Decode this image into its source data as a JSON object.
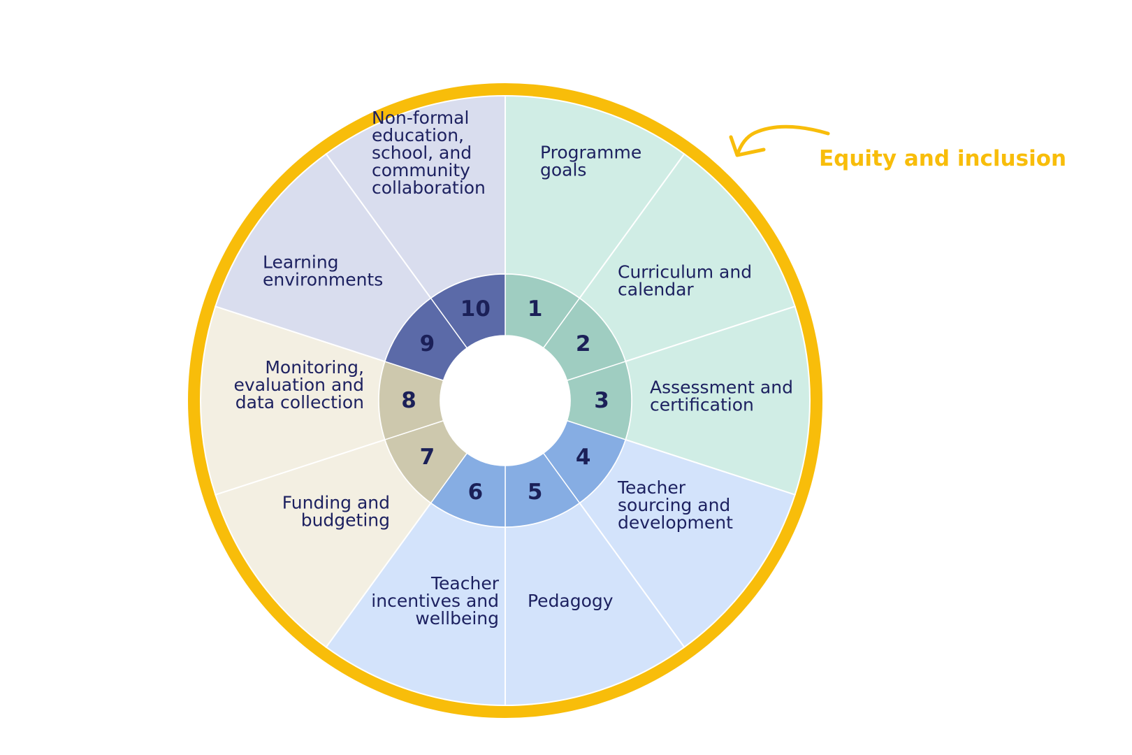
{
  "diagram": {
    "outer_label": "Equity and inclusion",
    "colors": {
      "ring": "#f8bd0a",
      "label_text": "#1d2160",
      "number_text": "#1b2058",
      "divider": "#ffffff",
      "hub": "#ffffff"
    },
    "segments": [
      {
        "number": "1",
        "lines": [
          "Programme",
          "goals"
        ],
        "outer_color": "#d0ede5",
        "inner_color": "#9fcdc1"
      },
      {
        "number": "2",
        "lines": [
          "Curriculum and",
          "calendar"
        ],
        "outer_color": "#d0ede5",
        "inner_color": "#9fcdc1"
      },
      {
        "number": "3",
        "lines": [
          "Assessment and",
          "certification"
        ],
        "outer_color": "#d0ede5",
        "inner_color": "#9fcdc1"
      },
      {
        "number": "4",
        "lines": [
          "Teacher",
          "sourcing and",
          "development"
        ],
        "outer_color": "#d3e3fb",
        "inner_color": "#86ade3"
      },
      {
        "number": "5",
        "lines": [
          "Pedagogy"
        ],
        "outer_color": "#d3e3fb",
        "inner_color": "#86ade3"
      },
      {
        "number": "6",
        "lines": [
          "Teacher",
          "incentives and",
          "wellbeing"
        ],
        "outer_color": "#d3e3fb",
        "inner_color": "#86ade3"
      },
      {
        "number": "7",
        "lines": [
          "Funding and",
          "budgeting"
        ],
        "outer_color": "#f3efe2",
        "inner_color": "#cdc8ad"
      },
      {
        "number": "8",
        "lines": [
          "Monitoring,",
          "evaluation and",
          "data collection"
        ],
        "outer_color": "#f3efe2",
        "inner_color": "#cdc8ad"
      },
      {
        "number": "9",
        "lines": [
          "Learning",
          "environments"
        ],
        "outer_color": "#d9ddee",
        "inner_color": "#5b6aa8"
      },
      {
        "number": "10",
        "lines": [
          "Non-formal",
          "education,",
          "school, and",
          "community",
          "collaboration"
        ],
        "outer_color": "#d9ddee",
        "inner_color": "#5b6aa8"
      }
    ]
  }
}
